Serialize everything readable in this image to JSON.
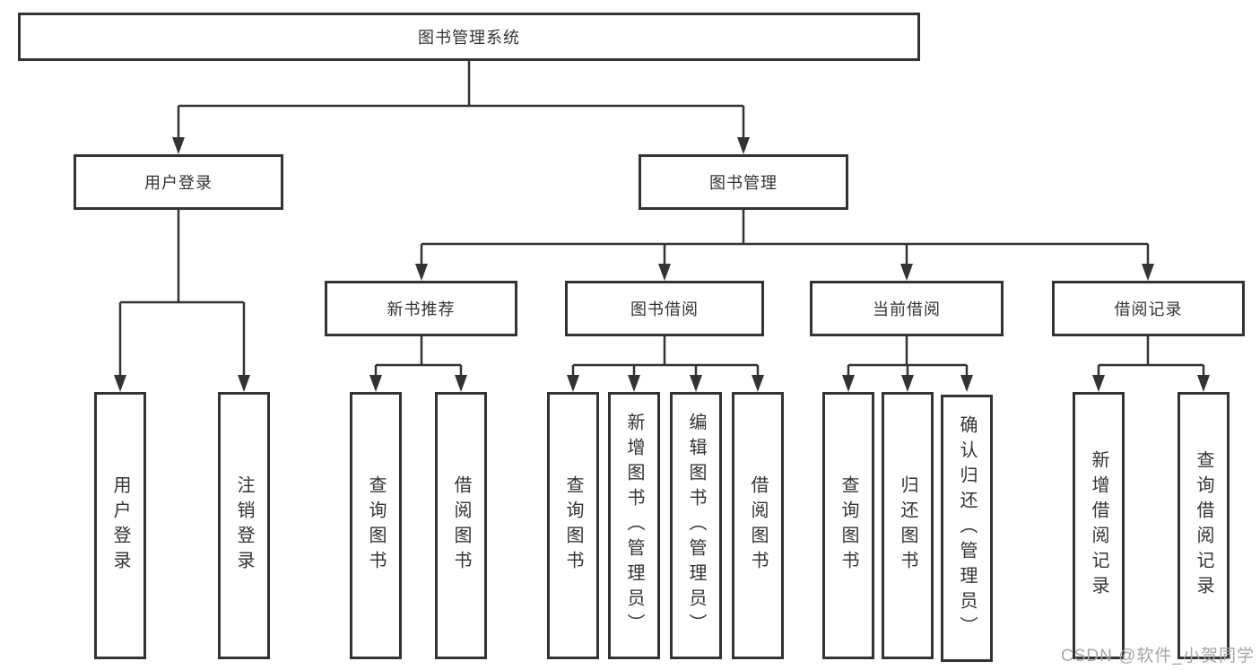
{
  "nodes": {
    "root": "图书管理系统",
    "user_login": "用户登录",
    "book_mgmt": "图书管理",
    "new_book_rec": "新书推荐",
    "book_borrow": "图书借阅",
    "current_borrow": "当前借阅",
    "borrow_records": "借阅记录",
    "leaf_user_login": "用户登录",
    "leaf_logout": "注销登录",
    "leaf_nb_query": "查询图书",
    "leaf_nb_borrow": "借阅图书",
    "leaf_bb_query": "查询图书",
    "leaf_bb_add": "新增图书（管理员）",
    "leaf_bb_edit": "编辑图书（管理员）",
    "leaf_bb_borrow": "借阅图书",
    "leaf_cb_query": "查询图书",
    "leaf_cb_return": "归还图书",
    "leaf_cb_confirm": "确认归还（管理员）",
    "leaf_br_add": "新增借阅记录",
    "leaf_br_query": "查询借阅记录"
  },
  "watermark": "CSDN @软件_小贺同学",
  "colors": {
    "line": "#333333",
    "box_border": "#333333",
    "text": "#333333",
    "watermark": "#a6a6a6",
    "background": "#ffffff"
  }
}
